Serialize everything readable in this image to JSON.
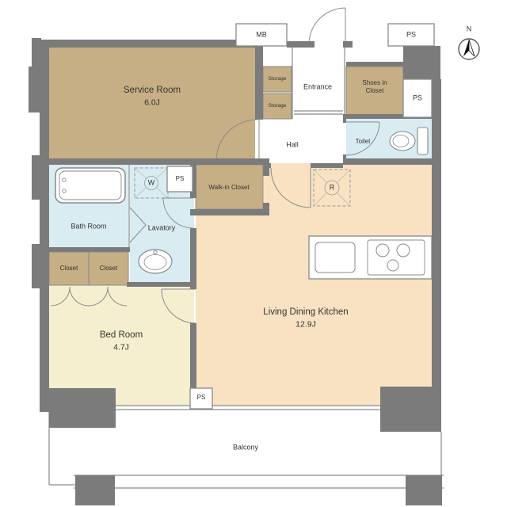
{
  "plan": {
    "rooms": {
      "service_room": {
        "name": "Service Room",
        "size": "6.0J"
      },
      "entrance": {
        "name": "Entrance"
      },
      "hall": {
        "name": "Hall"
      },
      "shoes_closet": {
        "name": "Shoes in Closet"
      },
      "toilet": {
        "name": "Toilet"
      },
      "walk_in_closet": {
        "name": "Walk-in Closet"
      },
      "bath_room": {
        "name": "Bath Room"
      },
      "lavatory": {
        "name": "Lavatory"
      },
      "closet_left": {
        "name": "Closet"
      },
      "closet_right": {
        "name": "Closet"
      },
      "bed_room": {
        "name": "Bed Room",
        "size": "4.7J"
      },
      "ldk": {
        "name": "Living Dining Kitchen",
        "size": "12.9J"
      },
      "balcony": {
        "name": "Balcony"
      }
    },
    "labels": {
      "mb": "MB",
      "ps": "PS",
      "storage": "Storage",
      "washer": "W",
      "refrigerator": "R",
      "north": "N"
    },
    "colors": {
      "wall": "#7b7b7b",
      "closet_tan": "#c6af85",
      "wet_area_blue": "#d9ecf2",
      "bedroom_cream": "#f5efcf",
      "ldk_peach": "#f8e2c1",
      "background": "#ffffff",
      "fixture_line": "#888888"
    }
  }
}
